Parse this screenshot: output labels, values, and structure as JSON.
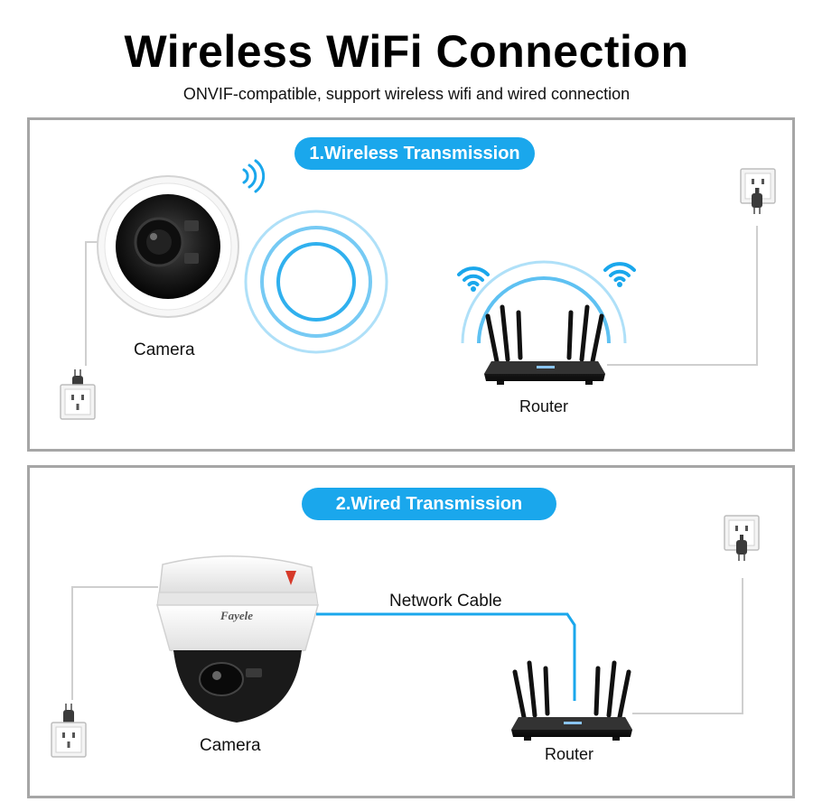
{
  "header": {
    "title": "Wireless WiFi Connection",
    "subtitle": "ONVIF-compatible, support wireless wifi and wired connection"
  },
  "wireless": {
    "heading": "1.Wireless Transmission",
    "camera_label": "Camera",
    "router_label": "Router"
  },
  "wired": {
    "heading": "2.Wired Transmission",
    "cable_label": "Network Cable",
    "camera_label": "Camera",
    "router_label": "Router",
    "camera_brand": "Fayele"
  },
  "colors": {
    "accent": "#1aa7ec",
    "border": "#a6a6a6",
    "cable": "#1aa7ec",
    "wire": "#cfcfcf"
  }
}
